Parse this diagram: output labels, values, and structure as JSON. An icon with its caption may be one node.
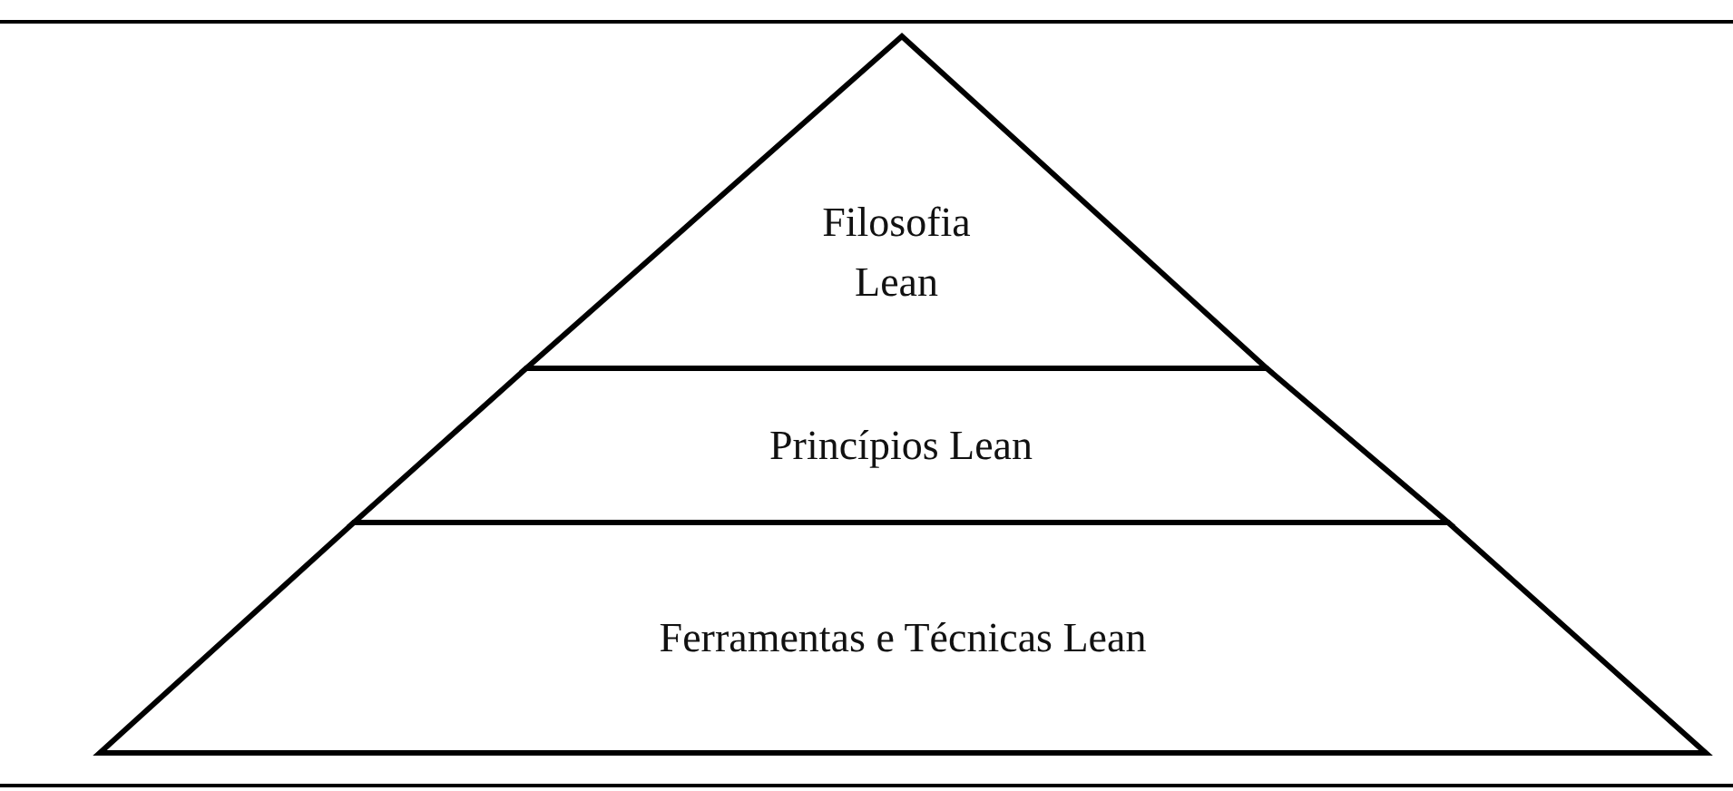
{
  "diagram": {
    "nodes": [
      {
        "text": [
          "Filosofia Lean"
        ]
      },
      {
        "text": [
          "Princípios Lean"
        ]
      },
      {
        "text": [
          "Ferramentas e Técnicas Lean"
        ]
      }
    ]
  }
}
